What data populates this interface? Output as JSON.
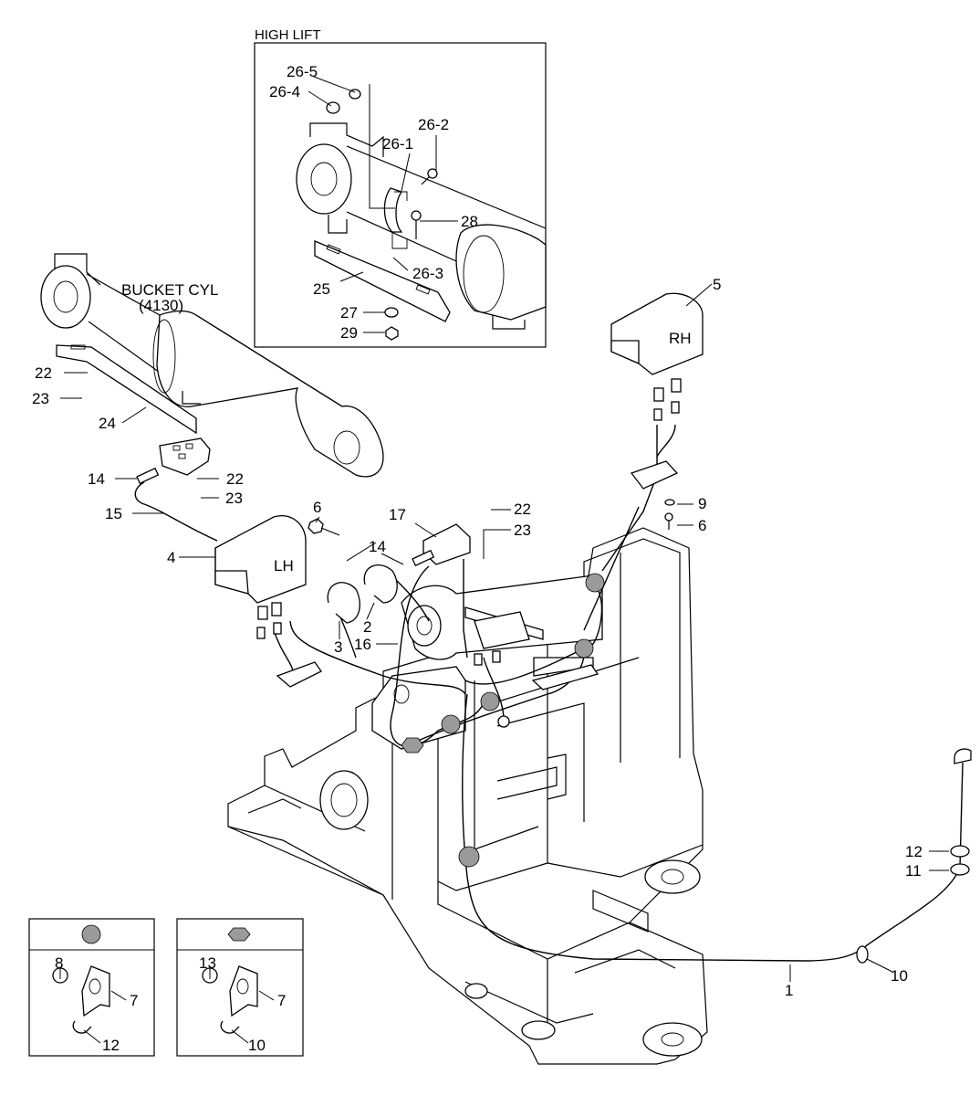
{
  "inset_title": "HIGH LIFT",
  "cylinder_label_line1": "BUCKET CYL",
  "cylinder_label_line2": "(4130)",
  "lamp_lh_text": "LH",
  "lamp_rh_text": "RH",
  "callouts": {
    "c_26_5": "26-5",
    "c_26_4": "26-4",
    "c_26_2": "26-2",
    "c_26_1": "26-1",
    "c_28": "28",
    "c_26_3": "26-3",
    "c_25": "25",
    "c_27": "27",
    "c_29": "29",
    "c_5": "5",
    "c_22a": "22",
    "c_23a": "23",
    "c_24": "24",
    "c_14a": "14",
    "c_22b": "22",
    "c_23b": "23",
    "c_15": "15",
    "c_6a": "6",
    "c_17": "17",
    "c_22c": "22",
    "c_23c": "23",
    "c_9": "9",
    "c_6b": "6",
    "c_4": "4",
    "c_14b": "14",
    "c_2": "2",
    "c_3": "3",
    "c_16": "16",
    "c_12a": "12",
    "c_11": "11",
    "c_10a": "10",
    "c_1": "1"
  },
  "legend_left": {
    "c_8": "8",
    "c_7": "7",
    "c_12": "12"
  },
  "legend_right": {
    "c_13": "13",
    "c_7": "7",
    "c_10": "10"
  }
}
